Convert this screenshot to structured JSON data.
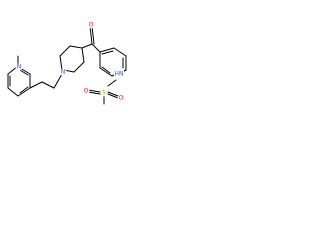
{
  "atoms": {
    "ring_n1": {
      "label": "N",
      "color": "#3050F8"
    },
    "piperidine_n": {
      "label": "N",
      "color": "#3050F8"
    },
    "carbonyl_o": {
      "label": "O",
      "color": "#FF0D0D"
    },
    "amide_nh": {
      "label": "HN",
      "color": "#3050F8"
    },
    "sulfur": {
      "label": "S",
      "color": "#B8A000"
    },
    "sulfonyl_o1": {
      "label": "O",
      "color": "#FF0D0D"
    },
    "sulfonyl_o2": {
      "label": "O",
      "color": "#FF0D0D"
    }
  }
}
